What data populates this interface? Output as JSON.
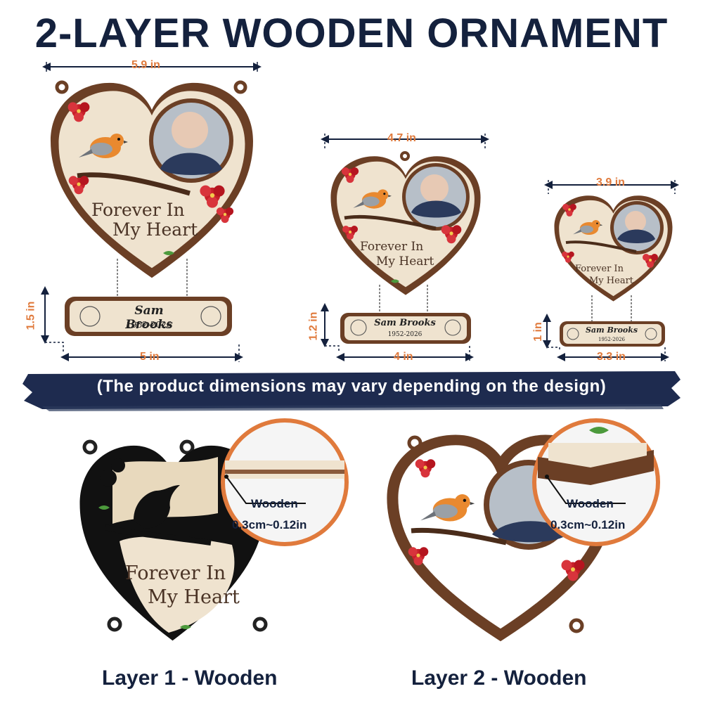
{
  "title": "2-LAYER WOODEN ORNAMENT",
  "ornaments": [
    {
      "width_label": "5.9 in",
      "height_label": "1.5 in",
      "plaque_width_label": "5 in"
    },
    {
      "width_label": "4.7 in",
      "height_label": "1.2 in",
      "plaque_width_label": "4 in"
    },
    {
      "width_label": "3.9 in",
      "height_label": "1 in",
      "plaque_width_label": "3.3 in"
    }
  ],
  "ornament_text": {
    "line1": "Forever In",
    "line2": "My Heart",
    "name": "Sam Brooks",
    "years": "1952-2026"
  },
  "banner": "(The product dimensions may vary depending on the design)",
  "layers": [
    {
      "label": "Layer 1 - Wooden",
      "material": "Wooden",
      "thickness": "0.3cm~0.12in"
    },
    {
      "label": "Layer 2 - Wooden",
      "material": "Wooden",
      "thickness": "0.3cm~0.12in"
    }
  ],
  "colors": {
    "navy": "#14213d",
    "orange": "#e07a3c",
    "wood": "#6b3f25",
    "cream": "#efe3cf",
    "red": "#c8202a"
  }
}
